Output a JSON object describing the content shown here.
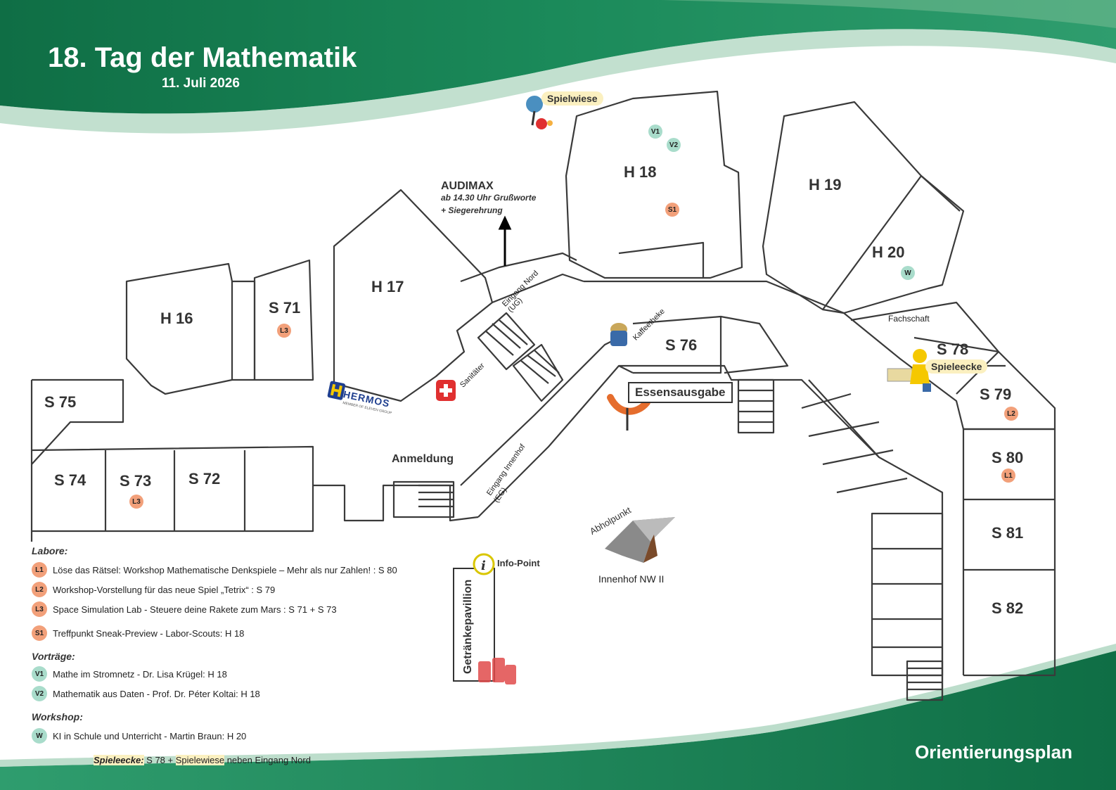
{
  "header": {
    "title": "18. Tag der Mathematik",
    "date": "11. Juli 2026"
  },
  "footer": {
    "title": "Orientierungsplan"
  },
  "colors": {
    "brand_green": "#1b8a5a",
    "brand_dark": "#116b44",
    "badge_green": "#a9dccb",
    "badge_orange": "#f2a07a",
    "highlight_yellow": "#fbf0c0"
  },
  "rooms": {
    "h16": "H 16",
    "h17": "H 17",
    "h18": "H 18",
    "h19": "H 19",
    "h20": "H 20",
    "s71": "S 71",
    "s72": "S 72",
    "s73": "S 73",
    "s74": "S 74",
    "s75": "S 75",
    "s76": "S 76",
    "s78": "S 78",
    "s79": "S 79",
    "s80": "S 80",
    "s81": "S 81",
    "s82": "S 82"
  },
  "places": {
    "audimax": "AUDIMAX",
    "audimax_note_1": "ab 14.30 Uhr Grußworte",
    "audimax_note_2": "+ Siegerehrung",
    "eingang_nord_1": "Eingang Nord",
    "eingang_nord_2": "(UG)",
    "eingang_innenhof_1": "Eingang Innenhof",
    "eingang_innenhof_2": "(EG)",
    "anmeldung": "Anmeldung",
    "sanitaeter": "Sanitäter",
    "kaffeetheke": "Kaffeetheke",
    "essensausgabe": "Essensausgabe",
    "fachschaft": "Fachschaft",
    "spielwiese": "Spielwiese",
    "spieleecke": "Spieleecke",
    "abholpunkt": "Abholpunkt",
    "innenhof": "Innenhof NW II",
    "info_point": "Info-Point",
    "getraenkepavillion": "Getränkepavillion",
    "sponsor_logo": "HERMOS",
    "sponsor_sub": "MEMBER OF ELEVEN GROUP"
  },
  "badges": {
    "l1": "L1",
    "l2": "L2",
    "l3": "L3",
    "s1": "S1",
    "v1": "V1",
    "v2": "V2",
    "w": "W"
  },
  "legend": {
    "labore_head": "Labore:",
    "labore": [
      {
        "badge": "L1",
        "text": "Löse das Rätsel: Workshop Mathematische Denkspiele – Mehr als nur Zahlen! : S 80"
      },
      {
        "badge": "L2",
        "text": "Workshop-Vorstellung für das neue Spiel „Tetrix“ : S 79"
      },
      {
        "badge": "L3",
        "text": "Space Simulation Lab - Steuere deine Rakete zum Mars : S 71 + S 73"
      },
      {
        "badge": "S1",
        "text": "Treffpunkt Sneak-Preview - Labor-Scouts: H 18"
      }
    ],
    "vortraege_head": "Vorträge:",
    "vortraege": [
      {
        "badge": "V1",
        "text": "Mathe im Stromnetz - Dr. Lisa Krügel: H 18"
      },
      {
        "badge": "V2",
        "text": "Mathematik aus Daten - Prof. Dr. Péter Koltai: H 18"
      }
    ],
    "workshop_head": "Workshop:",
    "workshop": [
      {
        "badge": "W",
        "text": "KI in Schule und Unterricht - Martin Braun: H 20"
      }
    ],
    "note_label": "Spieleecke:",
    "note_text_1": " S 78 + ",
    "note_label_2": "Spielewiese",
    "note_text_2": " neben Eingang Nord"
  }
}
